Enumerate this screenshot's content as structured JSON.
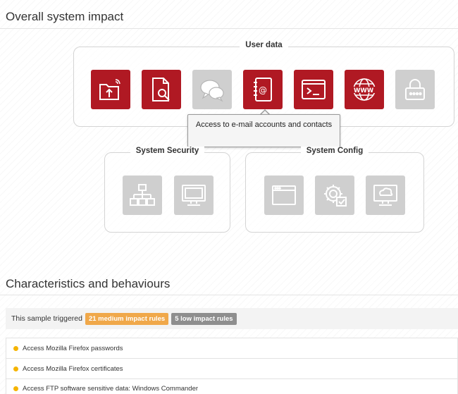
{
  "impact": {
    "title": "Overall system impact",
    "user_data": {
      "label": "User data",
      "icons": [
        {
          "name": "folder-upload-icon",
          "state": "active"
        },
        {
          "name": "document-search-icon",
          "state": "active"
        },
        {
          "name": "chat-bubbles-icon",
          "state": "inactive"
        },
        {
          "name": "address-book-icon",
          "state": "active"
        },
        {
          "name": "terminal-icon",
          "state": "active"
        },
        {
          "name": "www-globe-icon",
          "state": "active"
        },
        {
          "name": "password-lock-icon",
          "state": "inactive"
        }
      ]
    },
    "system_security": {
      "label": "System Security",
      "icons": [
        {
          "name": "network-hierarchy-icon",
          "state": "inactive"
        },
        {
          "name": "monitor-icon",
          "state": "inactive"
        }
      ]
    },
    "system_config": {
      "label": "System Config",
      "icons": [
        {
          "name": "browser-window-icon",
          "state": "inactive"
        },
        {
          "name": "gear-settings-icon",
          "state": "inactive"
        },
        {
          "name": "monitor-cloud-icon",
          "state": "inactive"
        }
      ]
    },
    "tooltip": "Access to e-mail accounts and contacts"
  },
  "characteristics": {
    "title": "Characteristics and behaviours",
    "summary_text": "This sample triggered",
    "medium_badge": "21 medium impact rules",
    "low_badge": "5 low impact rules",
    "items": [
      "Access Mozilla Firefox passwords",
      "Access Mozilla Firefox certificates",
      "Access FTP software sensitive data: Windows Commander"
    ]
  },
  "colors": {
    "active_tile": "#b01923",
    "inactive_tile": "#cfcfcf",
    "medium_badge": "#f0a84a",
    "low_badge": "#8e8e8e",
    "bullet": "#f5b400"
  }
}
